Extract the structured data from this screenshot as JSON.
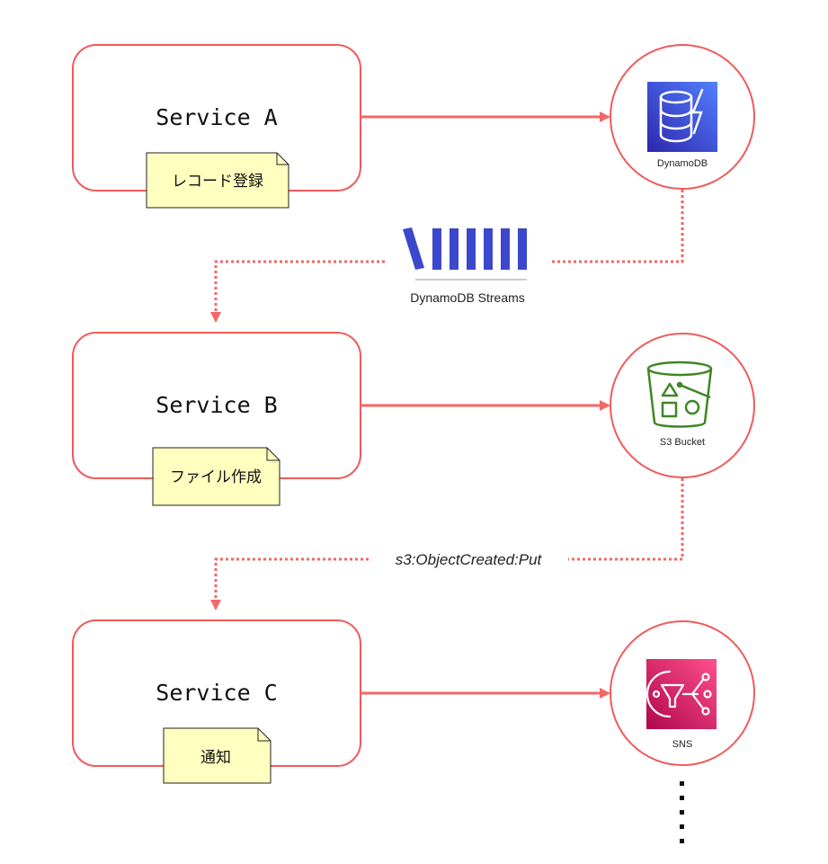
{
  "colors": {
    "border_red": "#f05a5a",
    "arrow_red": "#f26767",
    "note_fill": "#ffffc0",
    "dynamodb_blue": "#3b48cc",
    "s3_green": "#3f8624",
    "sns_pink": "#e7157b"
  },
  "services": [
    {
      "title": "Service A",
      "note": "レコード登録"
    },
    {
      "title": "Service B",
      "note": "ファイル作成"
    },
    {
      "title": "Service C",
      "note": "通知"
    }
  ],
  "resources": [
    {
      "label": "DynamoDB",
      "icon": "dynamodb-icon"
    },
    {
      "label": "S3 Bucket",
      "icon": "s3-bucket-icon"
    },
    {
      "label": "SNS",
      "icon": "sns-icon"
    }
  ],
  "connectors": {
    "stream": {
      "label": "DynamoDB Streams",
      "icon": "dynamodb-streams-icon"
    },
    "event": {
      "label": "s3:ObjectCreated:Put"
    }
  }
}
